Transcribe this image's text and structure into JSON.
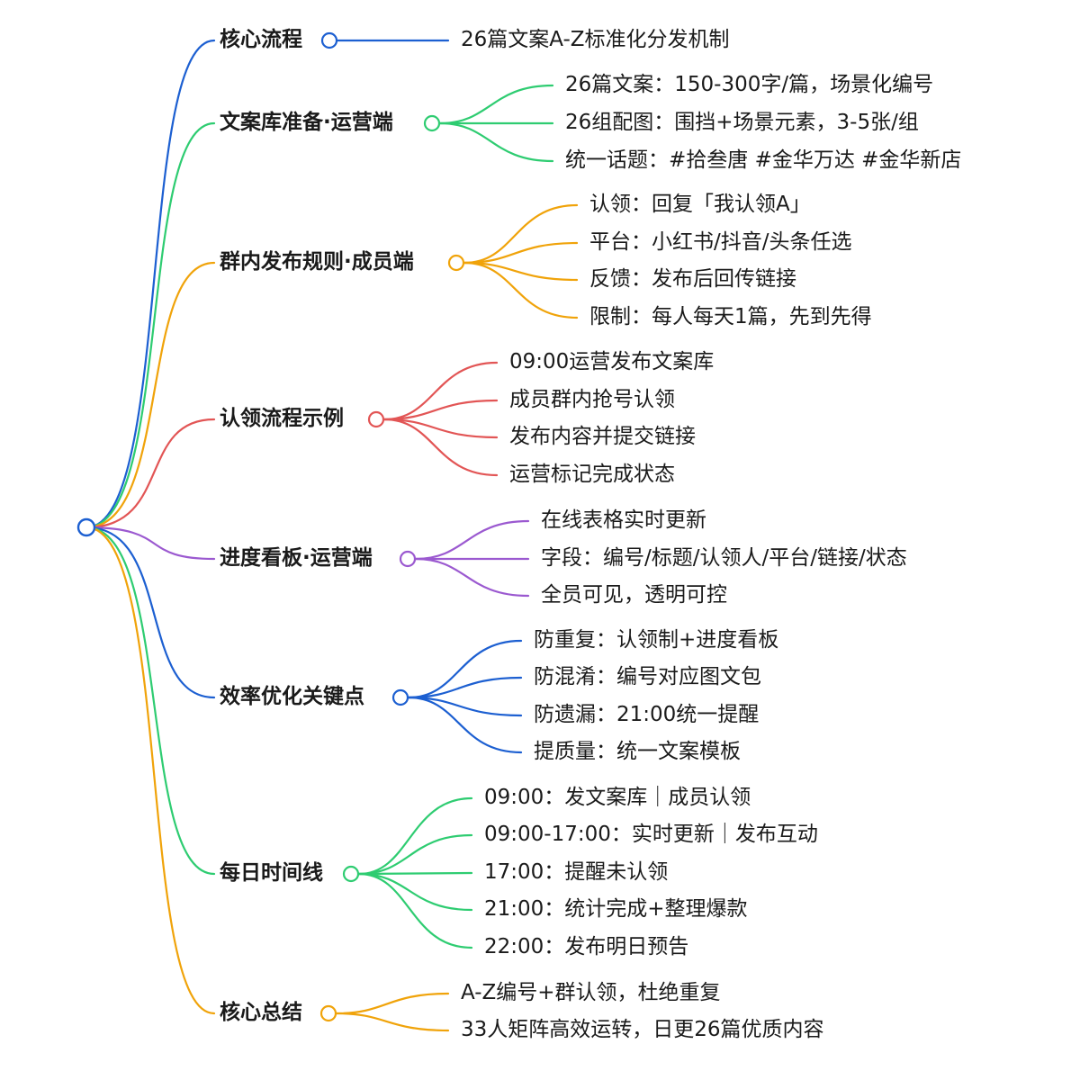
{
  "branches": [
    {
      "key": "core",
      "label": "核心流程",
      "color": "#1c5fd1",
      "children": [
        "26篇文案A-Z标准化分发机制"
      ]
    },
    {
      "key": "library",
      "label": "文案库准备·运营端",
      "color": "#2ecc71",
      "children": [
        "26篇文案：150-300字/篇，场景化编号",
        "26组配图：围挡+场景元素，3-5张/组",
        "统一话题：#拾叁唐 #金华万达 #金华新店"
      ]
    },
    {
      "key": "rules",
      "label": "群内发布规则·成员端",
      "color": "#f0a30a",
      "children": [
        "认领：回复「我认领A」",
        "平台：小红书/抖音/头条任选",
        "反馈：发布后回传链接",
        "限制：每人每天1篇，先到先得"
      ]
    },
    {
      "key": "claim",
      "label": "认领流程示例",
      "color": "#e25555",
      "children": [
        "09:00运营发布文案库",
        "成员群内抢号认领",
        "发布内容并提交链接",
        "运营标记完成状态"
      ]
    },
    {
      "key": "board",
      "label": "进度看板·运营端",
      "color": "#9b59d0",
      "children": [
        "在线表格实时更新",
        "字段：编号/标题/认领人/平台/链接/状态",
        "全员可见，透明可控"
      ]
    },
    {
      "key": "efficiency",
      "label": "效率优化关键点",
      "color": "#1c5fd1",
      "children": [
        "防重复：认领制+进度看板",
        "防混淆：编号对应图文包",
        "防遗漏：21:00统一提醒",
        "提质量：统一文案模板"
      ]
    },
    {
      "key": "timeline",
      "label": "每日时间线",
      "color": "#2ecc71",
      "children": [
        "09:00：发文案库｜成员认领",
        "09:00-17:00：实时更新｜发布互动",
        "17:00：提醒未认领",
        "21:00：统计完成+整理爆款",
        "22:00：发布明日预告"
      ]
    },
    {
      "key": "summary",
      "label": "核心总结",
      "color": "#f0a30a",
      "children": [
        "A-Z编号+群认领，杜绝重复",
        "33人矩阵高效运转，日更26篇优质内容"
      ]
    }
  ]
}
